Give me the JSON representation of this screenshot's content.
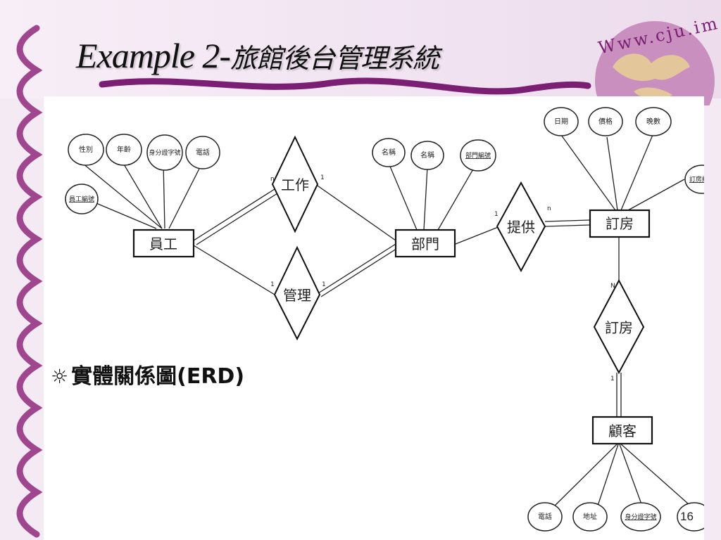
{
  "slide": {
    "title_en": "Example 2-",
    "title_zh": "旅館後台管理系統",
    "logo_text": "Www.cju.im.D",
    "bullet_symbol": "☼",
    "bullet_text": "實體關係圖(ERD)",
    "page_number": "16"
  },
  "colors": {
    "accent_purple": "#a0468e",
    "dark_purple": "#7b1f74",
    "globe_pink": "#c98fbf",
    "globe_tan": "#e3c79a"
  },
  "erd": {
    "entities": {
      "employee": "員工",
      "department": "部門",
      "booking": "訂房",
      "customer": "顧客"
    },
    "relationships": {
      "works": "工作",
      "manages": "管理",
      "provides": "提供",
      "books": "訂房"
    },
    "attributes": {
      "gender": "性別",
      "age": "年齡",
      "id_number": "身分證字號",
      "phone": "電話",
      "employee_id": "員工編號",
      "dept_name_a": "名稱",
      "dept_name_b": "名稱",
      "dept_id": "部門編號",
      "date": "日期",
      "price": "價格",
      "nights": "晚數",
      "booking_id": "訂房編號",
      "cust_phone": "電話",
      "cust_address": "地址",
      "cust_id_number": "身分證字號"
    },
    "cardinality": {
      "works_emp": "n",
      "works_dept": "1",
      "manages_emp": "1",
      "manages_dept": "1",
      "provides_dept": "1",
      "provides_booking": "n",
      "books_booking": "N",
      "books_customer": "1"
    }
  }
}
